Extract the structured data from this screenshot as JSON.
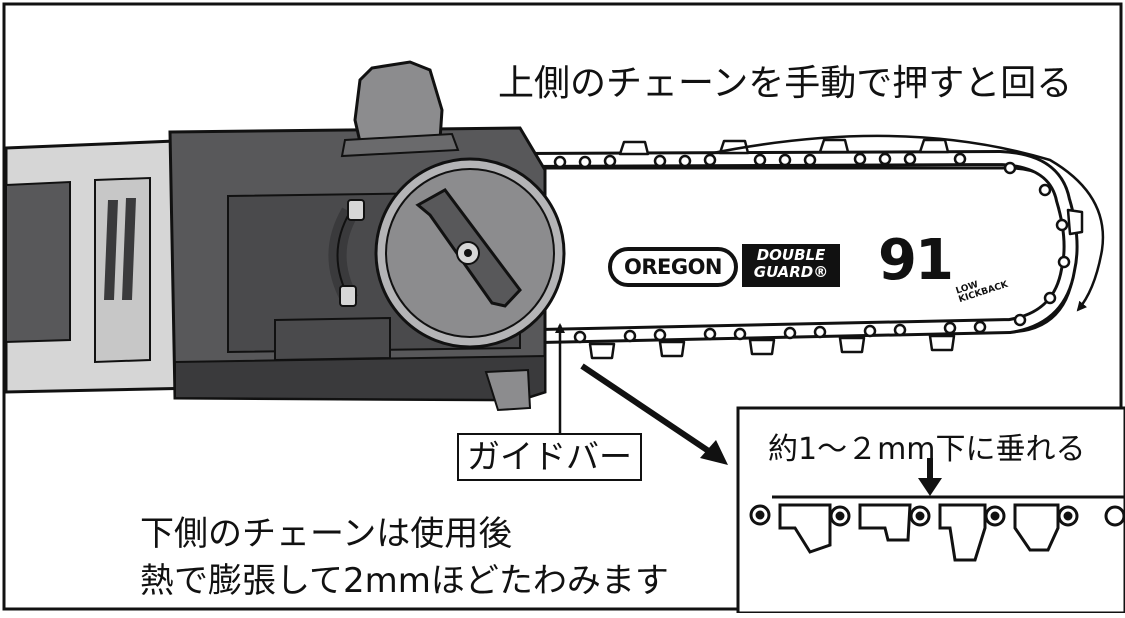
{
  "captions": {
    "top": "上側のチェーンを手動で押すと回る",
    "guide_bar": "ガイドバー",
    "sag": "約1～２mm下に垂れる",
    "bottom_line1": "下側のチェーンは使用後",
    "bottom_line2": "熱で膨張して2mmほどたわみます"
  },
  "bar_markings": {
    "brand": "OREGON",
    "chain_name_line1": "DOUBLE",
    "chain_name_line2": "GUARD®",
    "model": "91",
    "low_kickback_line1": "LOW",
    "low_kickback_line2": "KICKBACK"
  },
  "icons": [
    "chainsaw-body-icon",
    "tension-knob-icon",
    "lock-unlock-arrow-icon",
    "rotation-arrow-icon",
    "pointer-arrow-icon"
  ],
  "colors": {
    "body": "#58585a",
    "body_dark": "#3a3a3c",
    "knob": "#8c8c8e",
    "line": "#111111",
    "bar": "#ffffff"
  }
}
